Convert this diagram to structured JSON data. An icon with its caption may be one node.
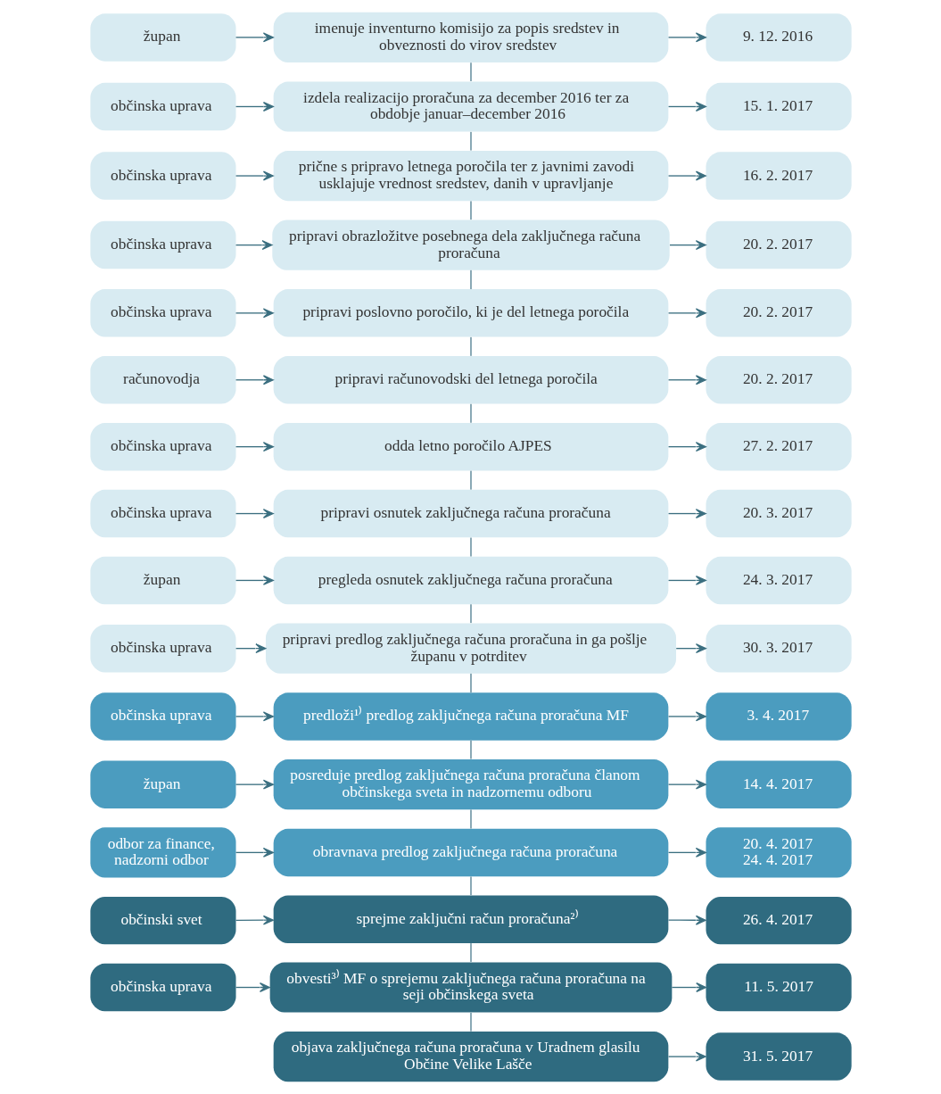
{
  "diagram": {
    "nodes": [
      {
        "text": [
          "župan"
        ]
      },
      {
        "text": [
          "imenuje inventurno komisijo za popis sredstev in obveznosti do virov sredstev"
        ]
      },
      {
        "text": [
          "9. 12. 2016"
        ]
      },
      {
        "text": [
          "občinska uprava"
        ]
      },
      {
        "text": [
          "izdela realizacijo proračuna za december 2016 ter za obdobje januar–december 2016"
        ]
      },
      {
        "text": [
          "15. 1. 2017"
        ]
      },
      {
        "text": [
          "občinska uprava"
        ]
      },
      {
        "text": [
          "prične s pripravo letnega poročila ter z javnimi zavodi usklajuje vrednost sredstev, danih v upravljanje"
        ]
      },
      {
        "text": [
          "16. 2. 2017"
        ]
      },
      {
        "text": [
          "občinska uprava"
        ]
      },
      {
        "text": [
          "pripravi obrazložitve posebnega dela zaključnega računa proračuna"
        ]
      },
      {
        "text": [
          "20. 2. 2017"
        ]
      },
      {
        "text": [
          "občinska uprava"
        ]
      },
      {
        "text": [
          "pripravi poslovno poročilo, ki je del letnega poročila"
        ]
      },
      {
        "text": [
          "20. 2. 2017"
        ]
      },
      {
        "text": [
          "računovodja"
        ]
      },
      {
        "text": [
          "pripravi računovodski del letnega poročila"
        ]
      },
      {
        "text": [
          "20. 2. 2017"
        ]
      },
      {
        "text": [
          "občinska uprava"
        ]
      },
      {
        "text": [
          "odda letno poročilo AJPES"
        ]
      },
      {
        "text": [
          "27. 2. 2017"
        ]
      },
      {
        "text": [
          "občinska uprava"
        ]
      },
      {
        "text": [
          "pripravi osnutek zaključnega računa proračuna"
        ]
      },
      {
        "text": [
          "20. 3. 2017"
        ]
      },
      {
        "text": [
          "župan"
        ]
      },
      {
        "text": [
          "pregleda osnutek zaključnega računa proračuna"
        ]
      },
      {
        "text": [
          "24. 3. 2017"
        ]
      },
      {
        "text": [
          "občinska uprava"
        ]
      },
      {
        "text": [
          "pripravi predlog zaključnega računa proračuna in ga pošlje županu v potrditev"
        ]
      },
      {
        "text": [
          "30. 3. 2017"
        ]
      },
      {
        "text": [
          "občinska uprava"
        ]
      },
      {
        "text": [
          "predloži¹⁾ predlog zaključnega računa proračuna MF"
        ]
      },
      {
        "text": [
          "3. 4. 2017"
        ]
      },
      {
        "text": [
          "župan"
        ]
      },
      {
        "text": [
          "posreduje predlog zaključnega računa proračuna članom občinskega sveta in nadzornemu odboru"
        ]
      },
      {
        "text": [
          "14. 4. 2017"
        ]
      },
      {
        "text": [
          "odbor za finance, nadzorni odbor"
        ]
      },
      {
        "text": [
          "obravnava predlog zaključnega računa proračuna"
        ]
      },
      {
        "text": [
          "20. 4. 2017 24. 4. 2017"
        ]
      },
      {
        "text": [
          "občinski svet"
        ]
      },
      {
        "text": [
          "sprejme zaključni račun proračuna²⁾"
        ]
      },
      {
        "text": [
          "26. 4. 2017"
        ]
      },
      {
        "text": [
          "občinska uprava"
        ]
      },
      {
        "text": [
          "obvesti³⁾ MF o sprejemu zaključnega računa proračuna na seji občinskega sveta"
        ]
      },
      {
        "text": [
          "11. 5. 2017"
        ]
      },
      {
        "text": [
          "objava zaključnega računa proračuna v Uradnem glasilu Občine Velike Lašče"
        ]
      },
      {
        "text": [
          "31. 5. 2017"
        ]
      }
    ],
    "edges": [
      {
        "from": 0,
        "to": 1,
        "arrow": "to"
      },
      {
        "from": 1,
        "to": 2,
        "arrow": "to"
      },
      {
        "from": 1,
        "to": 4,
        "arrow": "none"
      },
      {
        "from": 3,
        "to": 4,
        "arrow": "to"
      },
      {
        "from": 4,
        "to": 5,
        "arrow": "to"
      },
      {
        "from": 4,
        "to": 7,
        "arrow": "none"
      },
      {
        "from": 6,
        "to": 7,
        "arrow": "to"
      },
      {
        "from": 7,
        "to": 8,
        "arrow": "to"
      },
      {
        "from": 7,
        "to": 10,
        "arrow": "none"
      },
      {
        "from": 9,
        "to": 10,
        "arrow": "to"
      },
      {
        "from": 10,
        "to": 11,
        "arrow": "to"
      },
      {
        "from": 10,
        "to": 13,
        "arrow": "none"
      },
      {
        "from": 12,
        "to": 13,
        "arrow": "to"
      },
      {
        "from": 13,
        "to": 14,
        "arrow": "to"
      },
      {
        "from": 13,
        "to": 16,
        "arrow": "none"
      },
      {
        "from": 15,
        "to": 16,
        "arrow": "to"
      },
      {
        "from": 16,
        "to": 17,
        "arrow": "to"
      },
      {
        "from": 16,
        "to": 19,
        "arrow": "none"
      },
      {
        "from": 18,
        "to": 19,
        "arrow": "to"
      },
      {
        "from": 19,
        "to": 20,
        "arrow": "to"
      },
      {
        "from": 19,
        "to": 22,
        "arrow": "none"
      },
      {
        "from": 21,
        "to": 22,
        "arrow": "to"
      },
      {
        "from": 22,
        "to": 23,
        "arrow": "to"
      },
      {
        "from": 22,
        "to": 25,
        "arrow": "none"
      },
      {
        "from": 24,
        "to": 25,
        "arrow": "to"
      },
      {
        "from": 25,
        "to": 26,
        "arrow": "to"
      },
      {
        "from": 25,
        "to": 28,
        "arrow": "none"
      },
      {
        "from": 27,
        "to": 28,
        "arrow": "to"
      },
      {
        "from": 28,
        "to": 29,
        "arrow": "to"
      },
      {
        "from": 28,
        "to": 31,
        "arrow": "none"
      },
      {
        "from": 30,
        "to": 31,
        "arrow": "to"
      },
      {
        "from": 31,
        "to": 32,
        "arrow": "to"
      },
      {
        "from": 31,
        "to": 34,
        "arrow": "none"
      },
      {
        "from": 33,
        "to": 34,
        "arrow": "to"
      },
      {
        "from": 34,
        "to": 35,
        "arrow": "to"
      },
      {
        "from": 34,
        "to": 37,
        "arrow": "none"
      },
      {
        "from": 36,
        "to": 37,
        "arrow": "to"
      },
      {
        "from": 37,
        "to": 38,
        "arrow": "to"
      },
      {
        "from": 37,
        "to": 40,
        "arrow": "none"
      },
      {
        "from": 39,
        "to": 40,
        "arrow": "to"
      },
      {
        "from": 40,
        "to": 41,
        "arrow": "to"
      },
      {
        "from": 40,
        "to": 43,
        "arrow": "none"
      },
      {
        "from": 42,
        "to": 43,
        "arrow": "to"
      },
      {
        "from": 43,
        "to": 44,
        "arrow": "to"
      },
      {
        "from": 43,
        "to": 45,
        "arrow": "none"
      },
      {
        "from": 45,
        "to": 46,
        "arrow": "to"
      }
    ]
  }
}
